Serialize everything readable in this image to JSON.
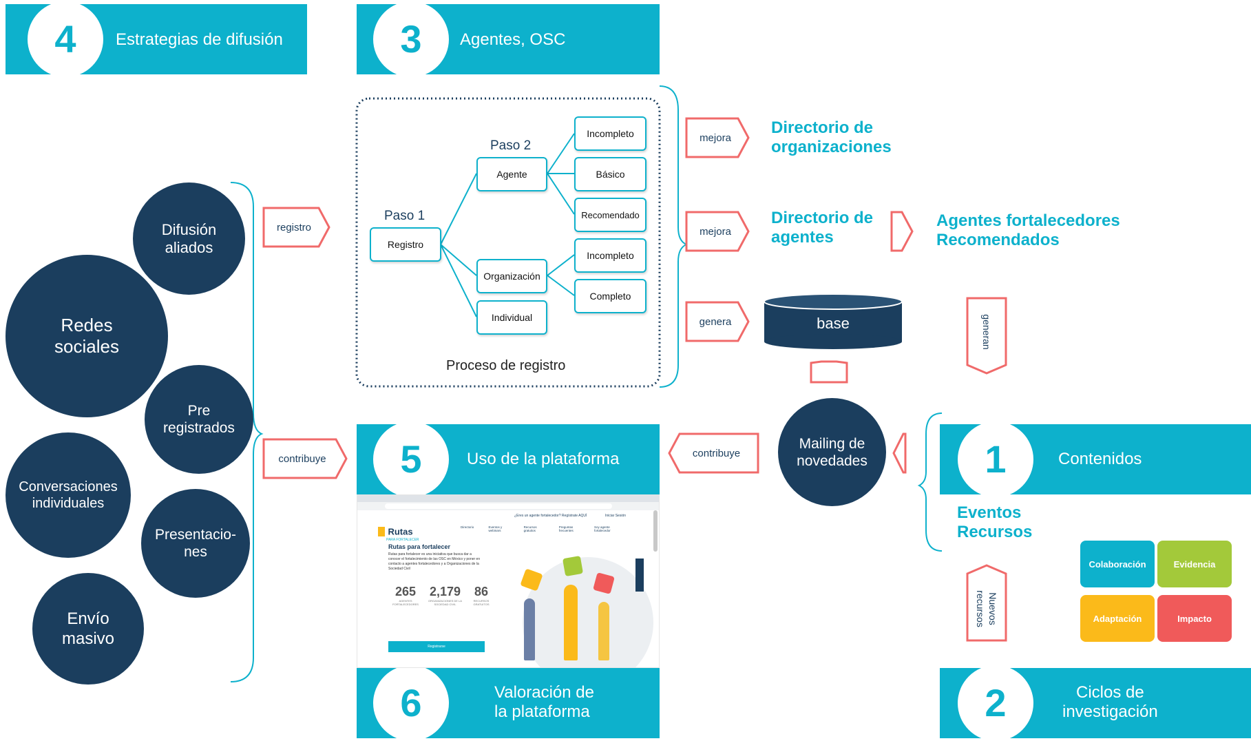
{
  "banners": {
    "b4": {
      "num": "4",
      "title": "Estrategias de difusión"
    },
    "b3": {
      "num": "3",
      "title": "Agentes, OSC"
    },
    "b5": {
      "num": "5",
      "title": "Uso de la plataforma"
    },
    "b6": {
      "num": "6",
      "title": "Valoración de\nla plataforma"
    },
    "b1": {
      "num": "1",
      "title": "Contenidos"
    },
    "b2": {
      "num": "2",
      "title": "Ciclos de\ninvestigación"
    }
  },
  "circles": {
    "difusion": "Difusión\naliados",
    "redes": "Redes\nsociales",
    "pre": "Pre\nregistrados",
    "conversaciones": "Conversaciones\nindividuales",
    "presentaciones": "Presentacio-\nnes",
    "envio": "Envío\nmasivo",
    "mailing": "Mailing de\nnovedades"
  },
  "tags": {
    "registro": "registro",
    "contribuye_left": "contribuye",
    "contribuye_right": "contribuye",
    "mejora1": "mejora",
    "mejora2": "mejora",
    "genera": "genera",
    "generan": "generan",
    "nuevos_recursos": "Nuevos\nrecursos"
  },
  "process": {
    "paso1": "Paso 1",
    "paso2": "Paso 2",
    "registro": "Registro",
    "agente": "Agente",
    "organizacion": "Organización",
    "individual": "Individual",
    "incompleto1": "Incompleto",
    "basico": "Básico",
    "recomendado": "Recomendado",
    "incompleto2": "Incompleto",
    "completo": "Completo",
    "caption": "Proceso de registro"
  },
  "outputs": {
    "dir_org": "Directorio de\norganizaciones",
    "dir_agentes": "Directorio de\nagentes",
    "agentes_fort": "Agentes fortalecedores\nRecomendados",
    "base": "base",
    "eventos": "Eventos\nRecursos"
  },
  "squares": {
    "colaboracion": "Colaboración",
    "evidencia": "Evidencia",
    "adaptacion": "Adaptación",
    "impacto": "Impacto"
  },
  "screenshot": {
    "logo": "Rutas",
    "logo_sub": "PARA FORTALECER",
    "nav": [
      "Directorio",
      "Eventos y webinars",
      "Recursos gratuitos",
      "Preguntas frecuentes",
      "Soy agente fortalecedor"
    ],
    "topbar": "¿Eres un agente fortalecedor?  Regístrate AQUÍ",
    "login": "Iniciar Sesión",
    "heading": "Rutas para fortalecer",
    "paragraph": "Rutas para fortalecer es una iniciativa que busca dar a conocer el fortalecimiento de las OSC en México y poner en contacto a agentes fortalecedores y a Organizaciones de la Sociedad Civil",
    "stat1": "265",
    "stat1_label": "AGENTES FORTALECEDORES",
    "stat2": "2,179",
    "stat2_label": "ORGANIZACIONES DE LA SOCIEDAD CIVIL",
    "stat3": "86",
    "stat3_label": "RECURSOS GRATUITOS",
    "button": "Registrarse"
  },
  "colors": {
    "teal": "#0DB1CC",
    "navy": "#1B3E5E",
    "coral": "#F06A6A",
    "colaboracion": "#0DB1CC",
    "evidencia": "#A3C93A",
    "adaptacion": "#FBBA1A",
    "impacto": "#F05A5A"
  }
}
